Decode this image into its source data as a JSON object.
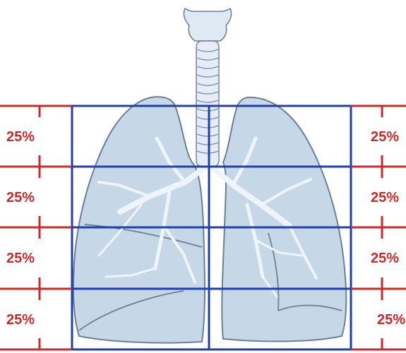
{
  "left_labels": [
    "25%",
    "25%",
    "25%",
    "25%"
  ],
  "right_labels": [
    "25%",
    "25%",
    "25%",
    "25%"
  ],
  "colors": {
    "grid_blue": "#1f3fb0",
    "ruler_red": "#cc2a2a",
    "lung_fill": "#c6d7e8",
    "lung_outline": "#6d7f96",
    "airway_fill": "#e4edf6",
    "bronchi": "#eef4fa"
  }
}
